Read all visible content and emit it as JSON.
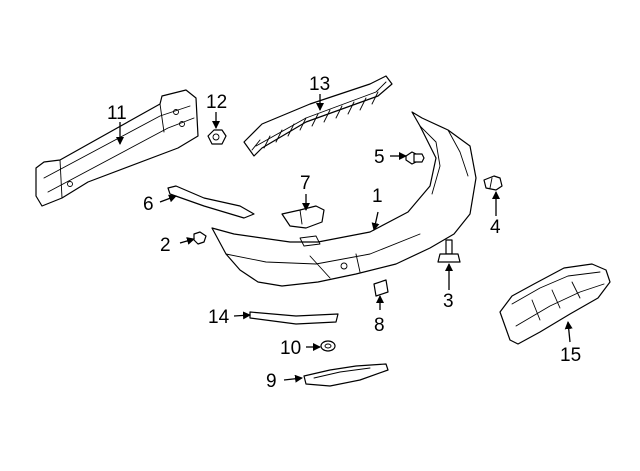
{
  "diagram": {
    "callouts": [
      {
        "key": "bumper_cover",
        "label": "1"
      },
      {
        "key": "screw_lower",
        "label": "2"
      },
      {
        "key": "bolt_vertical",
        "label": "3"
      },
      {
        "key": "bolt_side",
        "label": "4"
      },
      {
        "key": "screw_upper",
        "label": "5"
      },
      {
        "key": "bracket_side",
        "label": "6"
      },
      {
        "key": "bracket_center",
        "label": "7"
      },
      {
        "key": "cap_small",
        "label": "8"
      },
      {
        "key": "reflector_lower",
        "label": "9"
      },
      {
        "key": "clip_round",
        "label": "10"
      },
      {
        "key": "impact_bar",
        "label": "11"
      },
      {
        "key": "nut_clip",
        "label": "12"
      },
      {
        "key": "step_pad",
        "label": "13"
      },
      {
        "key": "molding_strip",
        "label": "14"
      },
      {
        "key": "skid_plate",
        "label": "15"
      }
    ]
  }
}
